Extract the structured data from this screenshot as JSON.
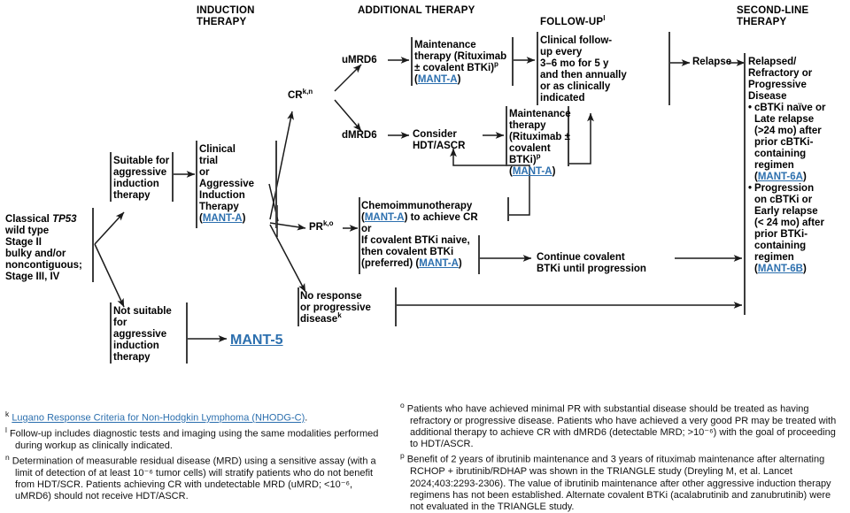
{
  "meta": {
    "link_color": "#2c6fae",
    "line_color": "#1a1a1a",
    "bar_color": "#3c3c3c"
  },
  "headers": {
    "induction": "INDUCTION\nTHERAPY",
    "additional": "ADDITIONAL THERAPY",
    "followup_text": "FOLLOW-UP",
    "followup_sup": "l",
    "secondline": "SECOND-LINE\nTHERAPY"
  },
  "nodes": {
    "presentation": "Classical TP53\nwild type\nStage II\nbulky and/or\nnoncontiguous;\nStage III, IV",
    "presentation_italic": "TP53",
    "suitable": "Suitable for\naggressive\ninduction\ntherapy",
    "not_suitable": "Not suitable\nfor\naggressive\ninduction\ntherapy",
    "mant5_link": "MANT-5",
    "induction_therapy": "Clinical\ntrial\nor\nAggressive\nInduction\nTherapy",
    "induction_link": "MANT-A",
    "cr_label": "CR",
    "cr_sup": "k,n",
    "pr_label": "PR",
    "pr_sup": "k,o",
    "umrd6": "uMRD6",
    "dmrd6": "dMRD6",
    "maintenance_top": "Maintenance\ntherapy (Rituximab\n± covalent BTKi)",
    "maintenance_top_sup": "p",
    "maintenance_top_link": "MANT-A",
    "consider_hdt": "Consider\nHDT/ASCR",
    "maintenance_mid": "Maintenance\ntherapy\n(Rituximab ±\ncovalent BTKi)",
    "maintenance_mid_sup": "p",
    "maintenance_mid_link": "MANT-A",
    "chemo_line1": "Chemoimmunotherapy",
    "chemo_link1": "MANT-A",
    "chemo_line2_tail": ") to achieve CR",
    "chemo_or": "or",
    "chemo_line3": "If covalent BTKi naive,",
    "chemo_line4": "then covalent BTKi",
    "chemo_line5_pre": "(preferred) (",
    "chemo_link2": "MANT-A",
    "chemo_line5_post": ")",
    "no_response": "No response\nor progressive\ndisease",
    "no_response_sup": "k",
    "continue_btki": "Continue covalent\nBTKi until progression",
    "clinical_followup": "Clinical follow-\nup every\n3–6 mo for 5 y\nand then annually\nor as clinically\nindicated",
    "relapse": "Relapse",
    "secondline_title": "Relapsed/\nRefractory or\nProgressive\nDisease",
    "bullet1": "cBTKi naïve or\nLate relapse\n(>24 mo) after\nprior cBTKi-\ncontaining\nregimen",
    "bullet1_link": "MANT-6A",
    "bullet2": "Progression\non cBTKi or\nEarly relapse\n(< 24 mo) after\nprior BTKi-\ncontaining\nregimen",
    "bullet2_link": "MANT-6B"
  },
  "footnotes": {
    "left": [
      {
        "marker": "k",
        "link": "Lugano Response Criteria for Non-Hodgkin Lymphoma (NHODG-C)",
        "text": "."
      },
      {
        "marker": "l",
        "text": "Follow-up includes diagnostic tests and imaging using the same modalities performed during workup as clinically indicated."
      },
      {
        "marker": "n",
        "text": "Determination of measurable residual disease (MRD) using a sensitive assay (with a limit of detection of at least 10⁻⁶ tumor cells) will stratify patients who do not benefit from HDT/SCR. Patients achieving CR with undetectable MRD (uMRD; <10⁻⁶, uMRD6) should not receive HDT/ASCR."
      }
    ],
    "right": [
      {
        "marker": "o",
        "text": "Patients who have achieved minimal PR with substantial disease should be treated as having refractory or progressive disease. Patients who have achieved a very good PR may be treated with additional therapy to achieve CR with dMRD6 (detectable MRD; >10⁻⁶) with the goal of proceeding to HDT/ASCR."
      },
      {
        "marker": "p",
        "text": "Benefit of 2 years of ibrutinib maintenance and 3 years of rituximab maintenance after alternating RCHOP + ibrutinib/RDHAP was shown in the TRIANGLE study (Dreyling M, et al. Lancet 2024;403:2293-2306). The value of ibrutinib maintenance after other aggressive induction therapy regimens has not been established. Alternate covalent BTKi (acalabrutinib and zanubrutinib) were not evaluated in the TRIANGLE study."
      }
    ]
  }
}
